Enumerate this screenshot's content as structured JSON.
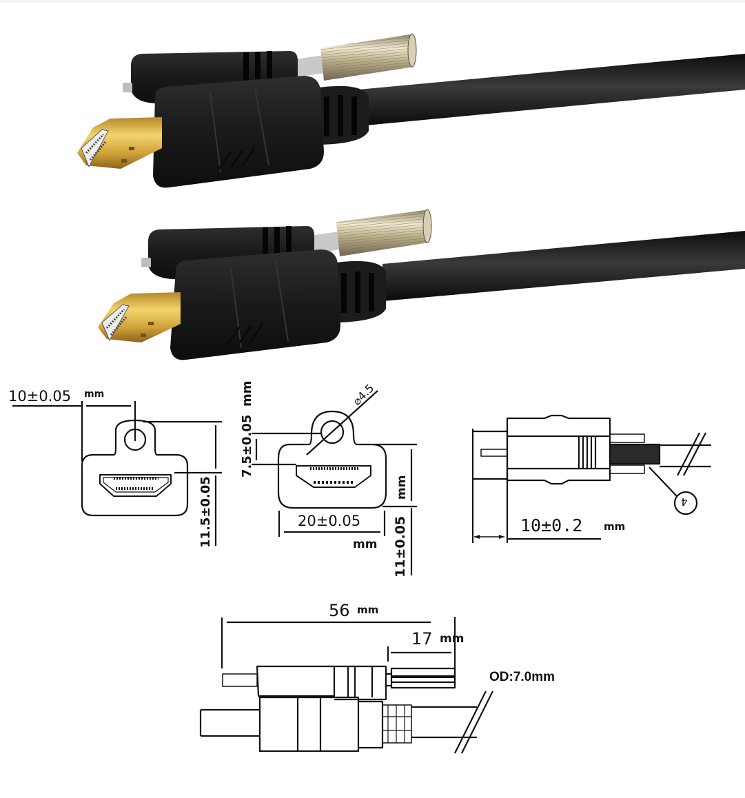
{
  "product": {
    "name": "HDMI cable with locking screws",
    "photos": [
      {
        "id": "connector-photo-top",
        "description": "Black HDMI plug with gold connector and knurled locking screw"
      },
      {
        "id": "connector-photo-bottom",
        "description": "Black HDMI plug with gold connector and knurled locking screw"
      }
    ],
    "colors": {
      "background": "#ffffff",
      "housing": "#1c1c1c",
      "cable": "#1a1a1a",
      "gold_plug": "#d4a92e",
      "screw_metal": "#cfc3a0",
      "line_drawing": "#111111"
    }
  },
  "diagrams": {
    "front_view_1": {
      "width_label": "10±0.05",
      "width_unit": "mm",
      "height_label": "11.5±0.05"
    },
    "front_view_2": {
      "vertical_offset_label": "7.5±0.05",
      "vertical_offset_unit": "mm",
      "hole_label": "⌀4.5",
      "width_label": "20±0.05",
      "width_unit": "mm",
      "height_unit": "mm",
      "height_label": "11±0.05"
    },
    "side_view": {
      "screw_protrusion_label": "10±0.2",
      "screw_protrusion_unit": "mm",
      "callout_label": "4"
    },
    "overall_view": {
      "total_length_label": "56",
      "total_length_unit": "mm",
      "knob_length_label": "17",
      "knob_length_unit": "mm",
      "cable_od_label": "OD:7.0mm"
    }
  }
}
